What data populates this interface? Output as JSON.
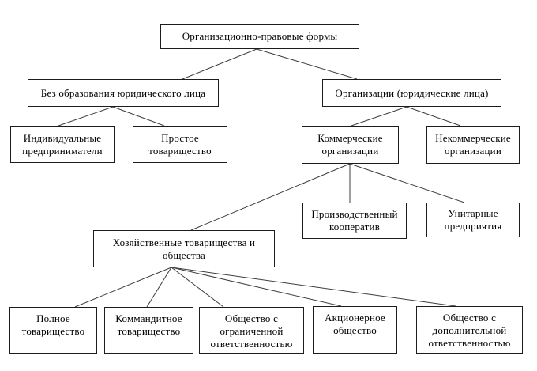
{
  "colors": {
    "background": "#ffffff",
    "box_border": "#1c1c1c",
    "connector_line": "#3d3d3d",
    "text": "#000000"
  },
  "nodes": {
    "root": {
      "label": "Организационно-правовые формы"
    },
    "noLegalEntity": {
      "label": "Без образования юридического лица"
    },
    "legalEntities": {
      "label": "Организации (юридические лица)"
    },
    "individual": {
      "label": "Индивидуальные предприниматели"
    },
    "simple": {
      "label": "Простое товарищество"
    },
    "commercial": {
      "label": "Коммерческие организации"
    },
    "noncommercial": {
      "label": "Некоммерческие организации"
    },
    "prodCoop": {
      "label": "Производственный кооператив"
    },
    "unitary": {
      "label": "Унитарные предприятия"
    },
    "business": {
      "label": "Хозяйственные товарищества и общества"
    },
    "full": {
      "label": "Полное товарищество"
    },
    "limited": {
      "label": "Коммандитное товарищество"
    },
    "llc": {
      "label": "Общество с ограниченной ответственностью"
    },
    "jsc": {
      "label": "Акционерное общество"
    },
    "alc": {
      "label": "Общество с дополнительной ответственностью"
    }
  },
  "edges": [
    {
      "from": "root",
      "to": "noLegalEntity"
    },
    {
      "from": "root",
      "to": "legalEntities"
    },
    {
      "from": "noLegalEntity",
      "to": "individual"
    },
    {
      "from": "noLegalEntity",
      "to": "simple"
    },
    {
      "from": "legalEntities",
      "to": "commercial"
    },
    {
      "from": "legalEntities",
      "to": "noncommercial"
    },
    {
      "from": "commercial",
      "to": "business"
    },
    {
      "from": "commercial",
      "to": "prodCoop"
    },
    {
      "from": "commercial",
      "to": "unitary"
    },
    {
      "from": "business",
      "to": "full"
    },
    {
      "from": "business",
      "to": "limited"
    },
    {
      "from": "business",
      "to": "llc"
    },
    {
      "from": "business",
      "to": "jsc"
    },
    {
      "from": "business",
      "to": "alc"
    }
  ]
}
